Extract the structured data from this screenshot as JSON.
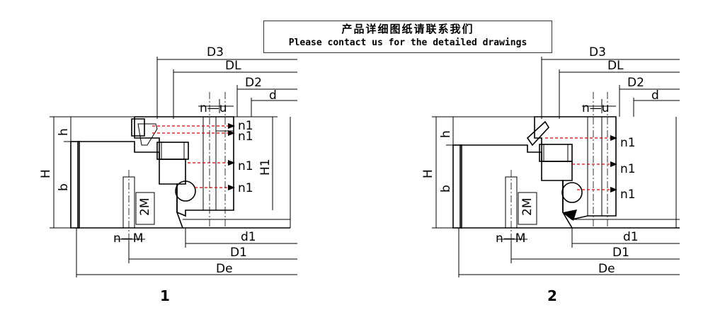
{
  "banner": {
    "cn": "产品详细图纸请联系我们",
    "en": "Please contact us for the detailed drawings"
  },
  "figure1": {
    "caption": "1",
    "labels": {
      "D3": "D3",
      "DL": "DL",
      "D2": "D2",
      "d": "d",
      "n_u": "n—u",
      "h": "h",
      "H": "H",
      "b": "b",
      "H1": "H1",
      "n1_a": "n1",
      "n1_b": "n1",
      "n1_c": "n1",
      "n1_d": "n1",
      "M2": "2M",
      "n_M": "n—M",
      "d1": "d1",
      "D1": "D1",
      "De": "De"
    }
  },
  "figure2": {
    "caption": "2",
    "labels": {
      "D3": "D3",
      "DL": "DL",
      "D2": "D2",
      "d": "d",
      "n_u": "n—u",
      "h": "h",
      "H": "H",
      "b": "b",
      "n1_a": "n1",
      "n1_b": "n1",
      "n1_c": "n1",
      "M2": "2M",
      "n_M": "n—M",
      "d1": "d1",
      "D1": "D1",
      "De": "De"
    }
  },
  "colors": {
    "line": "#000000",
    "hidden": "#e00000",
    "background": "#ffffff"
  }
}
